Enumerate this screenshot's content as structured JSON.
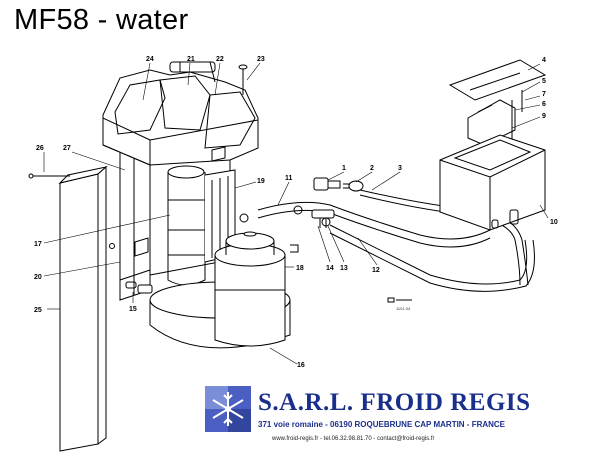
{
  "title": "MF58 - water",
  "parts": [
    {
      "id": "p24",
      "label": "24"
    },
    {
      "id": "p21",
      "label": "21"
    },
    {
      "id": "p22",
      "label": "22"
    },
    {
      "id": "p23",
      "label": "23"
    },
    {
      "id": "p26",
      "label": "26"
    },
    {
      "id": "p27",
      "label": "27"
    },
    {
      "id": "p19",
      "label": "19"
    },
    {
      "id": "p17",
      "label": "17"
    },
    {
      "id": "p20",
      "label": "20"
    },
    {
      "id": "p25",
      "label": "25"
    },
    {
      "id": "p15",
      "label": "15"
    },
    {
      "id": "p18",
      "label": "18"
    },
    {
      "id": "p16",
      "label": "16"
    },
    {
      "id": "p14",
      "label": "14"
    },
    {
      "id": "p13",
      "label": "13"
    },
    {
      "id": "p12",
      "label": "12"
    },
    {
      "id": "p11",
      "label": "11"
    },
    {
      "id": "p1",
      "label": "1"
    },
    {
      "id": "p2",
      "label": "2"
    },
    {
      "id": "p3",
      "label": "3"
    },
    {
      "id": "p4",
      "label": "4"
    },
    {
      "id": "p5",
      "label": "5"
    },
    {
      "id": "p7",
      "label": "7"
    },
    {
      "id": "p6",
      "label": "6"
    },
    {
      "id": "p9",
      "label": "9"
    },
    {
      "id": "p10",
      "label": "10"
    }
  ],
  "drawing_code": "1101.04",
  "company": {
    "name": "S.A.R.L. FROID REGIS",
    "address": "371 voie romaine - 06190 ROQUEBRUNE CAP MARTIN - FRANCE",
    "contact": "www.froid-regis.fr - tel.06.32.98.81.70 - contact@froid-regis.fr"
  },
  "colors": {
    "brand": "#1a2f8c",
    "logo_bg": "#4a5fc1"
  }
}
